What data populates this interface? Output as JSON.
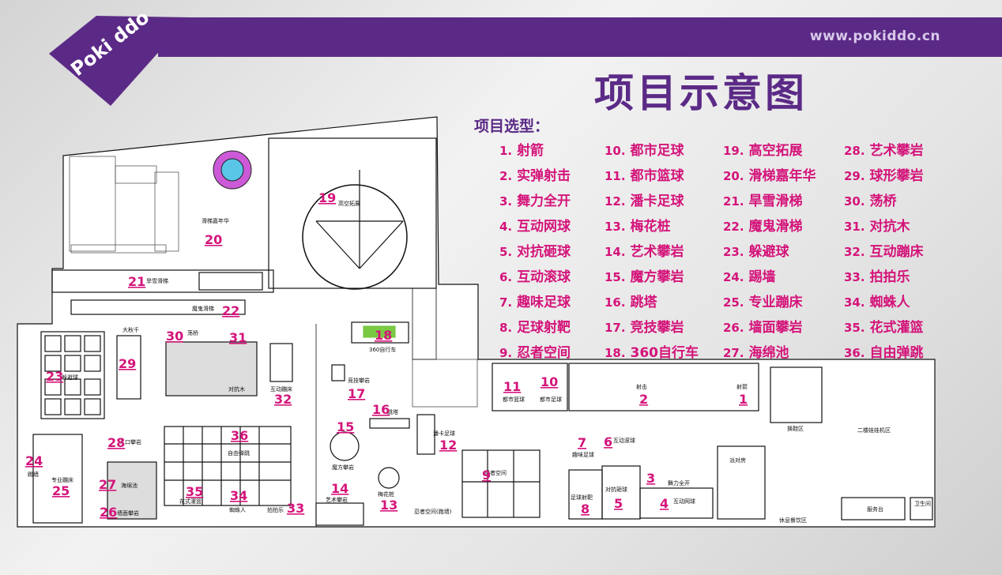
{
  "brand": {
    "logo_text": "Poki ddo",
    "url": "www.pokiddo.cn",
    "colors": {
      "purple": "#5b2a86",
      "magenta": "#d4147a"
    }
  },
  "title": "项目示意图",
  "subtitle": "项目选型：",
  "legend": [
    {
      "num": "1.",
      "name": "射箭"
    },
    {
      "num": "2.",
      "name": "实弹射击"
    },
    {
      "num": "3.",
      "name": "舞力全开"
    },
    {
      "num": "4.",
      "name": "互动网球"
    },
    {
      "num": "5.",
      "name": "对抗砸球"
    },
    {
      "num": "6.",
      "name": "互动滚球"
    },
    {
      "num": "7.",
      "name": "趣味足球"
    },
    {
      "num": "8.",
      "name": "足球射靶"
    },
    {
      "num": "9.",
      "name": "忍者空间"
    },
    {
      "num": "10.",
      "name": "都市足球"
    },
    {
      "num": "11.",
      "name": "都市篮球"
    },
    {
      "num": "12.",
      "name": "潘卡足球"
    },
    {
      "num": "13.",
      "name": "梅花桩"
    },
    {
      "num": "14.",
      "name": "艺术攀岩"
    },
    {
      "num": "15.",
      "name": "魔方攀岩"
    },
    {
      "num": "16.",
      "name": "跳塔"
    },
    {
      "num": "17.",
      "name": "竞技攀岩"
    },
    {
      "num": "18.",
      "name": "360自行车"
    },
    {
      "num": "19.",
      "name": "高空拓展"
    },
    {
      "num": "20.",
      "name": "滑梯嘉年华"
    },
    {
      "num": "21.",
      "name": "旱雪滑梯"
    },
    {
      "num": "22.",
      "name": "魔鬼滑梯"
    },
    {
      "num": "23.",
      "name": "躲避球"
    },
    {
      "num": "24.",
      "name": "踢墙"
    },
    {
      "num": "25.",
      "name": "专业蹦床"
    },
    {
      "num": "26.",
      "name": "墙面攀岩"
    },
    {
      "num": "27.",
      "name": "海绵池"
    },
    {
      "num": "28.",
      "name": "艺术攀岩"
    },
    {
      "num": "29.",
      "name": "球形攀岩"
    },
    {
      "num": "30.",
      "name": "荡桥"
    },
    {
      "num": "31.",
      "name": "对抗木"
    },
    {
      "num": "32.",
      "name": "互动蹦床"
    },
    {
      "num": "33.",
      "name": "拍拍乐"
    },
    {
      "num": "34.",
      "name": "蜘蛛人"
    },
    {
      "num": "35.",
      "name": "花式灌篮"
    },
    {
      "num": "36.",
      "name": "自由弹跳"
    }
  ],
  "plan": {
    "numbers": [
      "1",
      "2",
      "3",
      "4",
      "5",
      "6",
      "7",
      "8",
      "9",
      "10",
      "11",
      "12",
      "13",
      "14",
      "15",
      "16",
      "17",
      "18",
      "19",
      "20",
      "21",
      "22",
      "23",
      "24",
      "25",
      "26",
      "27",
      "28",
      "29",
      "30",
      "31",
      "32",
      "33",
      "34",
      "35",
      "36"
    ],
    "labels": {
      "slide_carnival": "滑梯嘉年华",
      "high_ropes": "高空拓展",
      "dry_snow": "旱雪滑梯",
      "devil_slide": "魔鬼滑梯",
      "bike360": "360自行车",
      "big_swing": "大秋千",
      "swing_bridge": "荡桥",
      "dodgeball": "躲避球",
      "duel_wood": "对抗木",
      "interactive_trampoline": "互动蹦床",
      "sport_climb": "竞技攀岩",
      "jump_tower": "跳塔",
      "cube_climb": "魔方攀岩",
      "panna": "潘卡足球",
      "free_bounce": "自由弹跳",
      "kick_wall": "踢墙",
      "pro_trampoline": "专业蹦床",
      "foam_pit": "海绵池",
      "wall_climb": "墙面攀岩",
      "fancy_dunk": "花式灌篮",
      "spiderman": "蜘蛛人",
      "pat_pat": "拍拍乐",
      "art_climb": "艺术攀岩",
      "plum_posts": "梅花桩",
      "ninja_area": "忍者空间(跑墙)",
      "ninja": "忍者空间",
      "fun_football": "趣味足球",
      "rolling_ball": "互动滚球",
      "football_target": "足球射靶",
      "duel_smash": "对抗砸球",
      "dance": "舞力全开",
      "tennis": "互动网球",
      "party_room": "派对房",
      "rest_area": "休息餐饮区",
      "shoe_area": "换鞋区",
      "claw_area": "二楼娃娃机区",
      "service_desk": "服务台",
      "toilet": "卫生间",
      "city_basketball": "都市篮球",
      "city_football": "都市足球",
      "shooting": "射击",
      "archery": "射箭",
      "entrance_climb": "入口攀岩"
    }
  }
}
